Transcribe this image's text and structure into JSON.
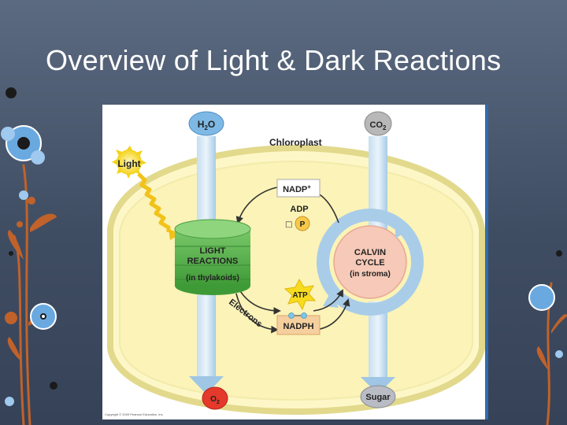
{
  "slide": {
    "title": "Overview of Light & Dark Reactions"
  },
  "diagram": {
    "chloroplast_label": "Chloroplast",
    "light_label": "Light",
    "h2o": {
      "main": "H",
      "sub": "2",
      "end": "O"
    },
    "co2": {
      "main": "CO",
      "sub": "2"
    },
    "o2": {
      "main": "O",
      "sub": "2"
    },
    "sugar_label": "Sugar",
    "nadp_plus": "NADP",
    "nadp_plus_sup": "+",
    "adp_label": "ADP",
    "phosphate_symbol": "□",
    "phosphate_label": "P",
    "light_reactions": [
      "LIGHT",
      "REACTIONS",
      "(in thylakoids)"
    ],
    "calvin_cycle": [
      "CALVIN",
      "CYCLE",
      "(in stroma)"
    ],
    "atp_label": "ATP",
    "nadph_label": "NADPH",
    "electrons_label": "Electrons",
    "copyright": "Copyright © 2009 Pearson Education, Inc."
  },
  "colors": {
    "background": "#4a586e",
    "frame_border": "#2f6bb0",
    "stroma": "#fdf7c8",
    "thylakoid": "#58b24c",
    "calvin": "#f6c9b8",
    "arrow_blue": "#a9cde8",
    "atp_star": "#f7dc1e",
    "nadph_box": "#f6cf9e"
  }
}
